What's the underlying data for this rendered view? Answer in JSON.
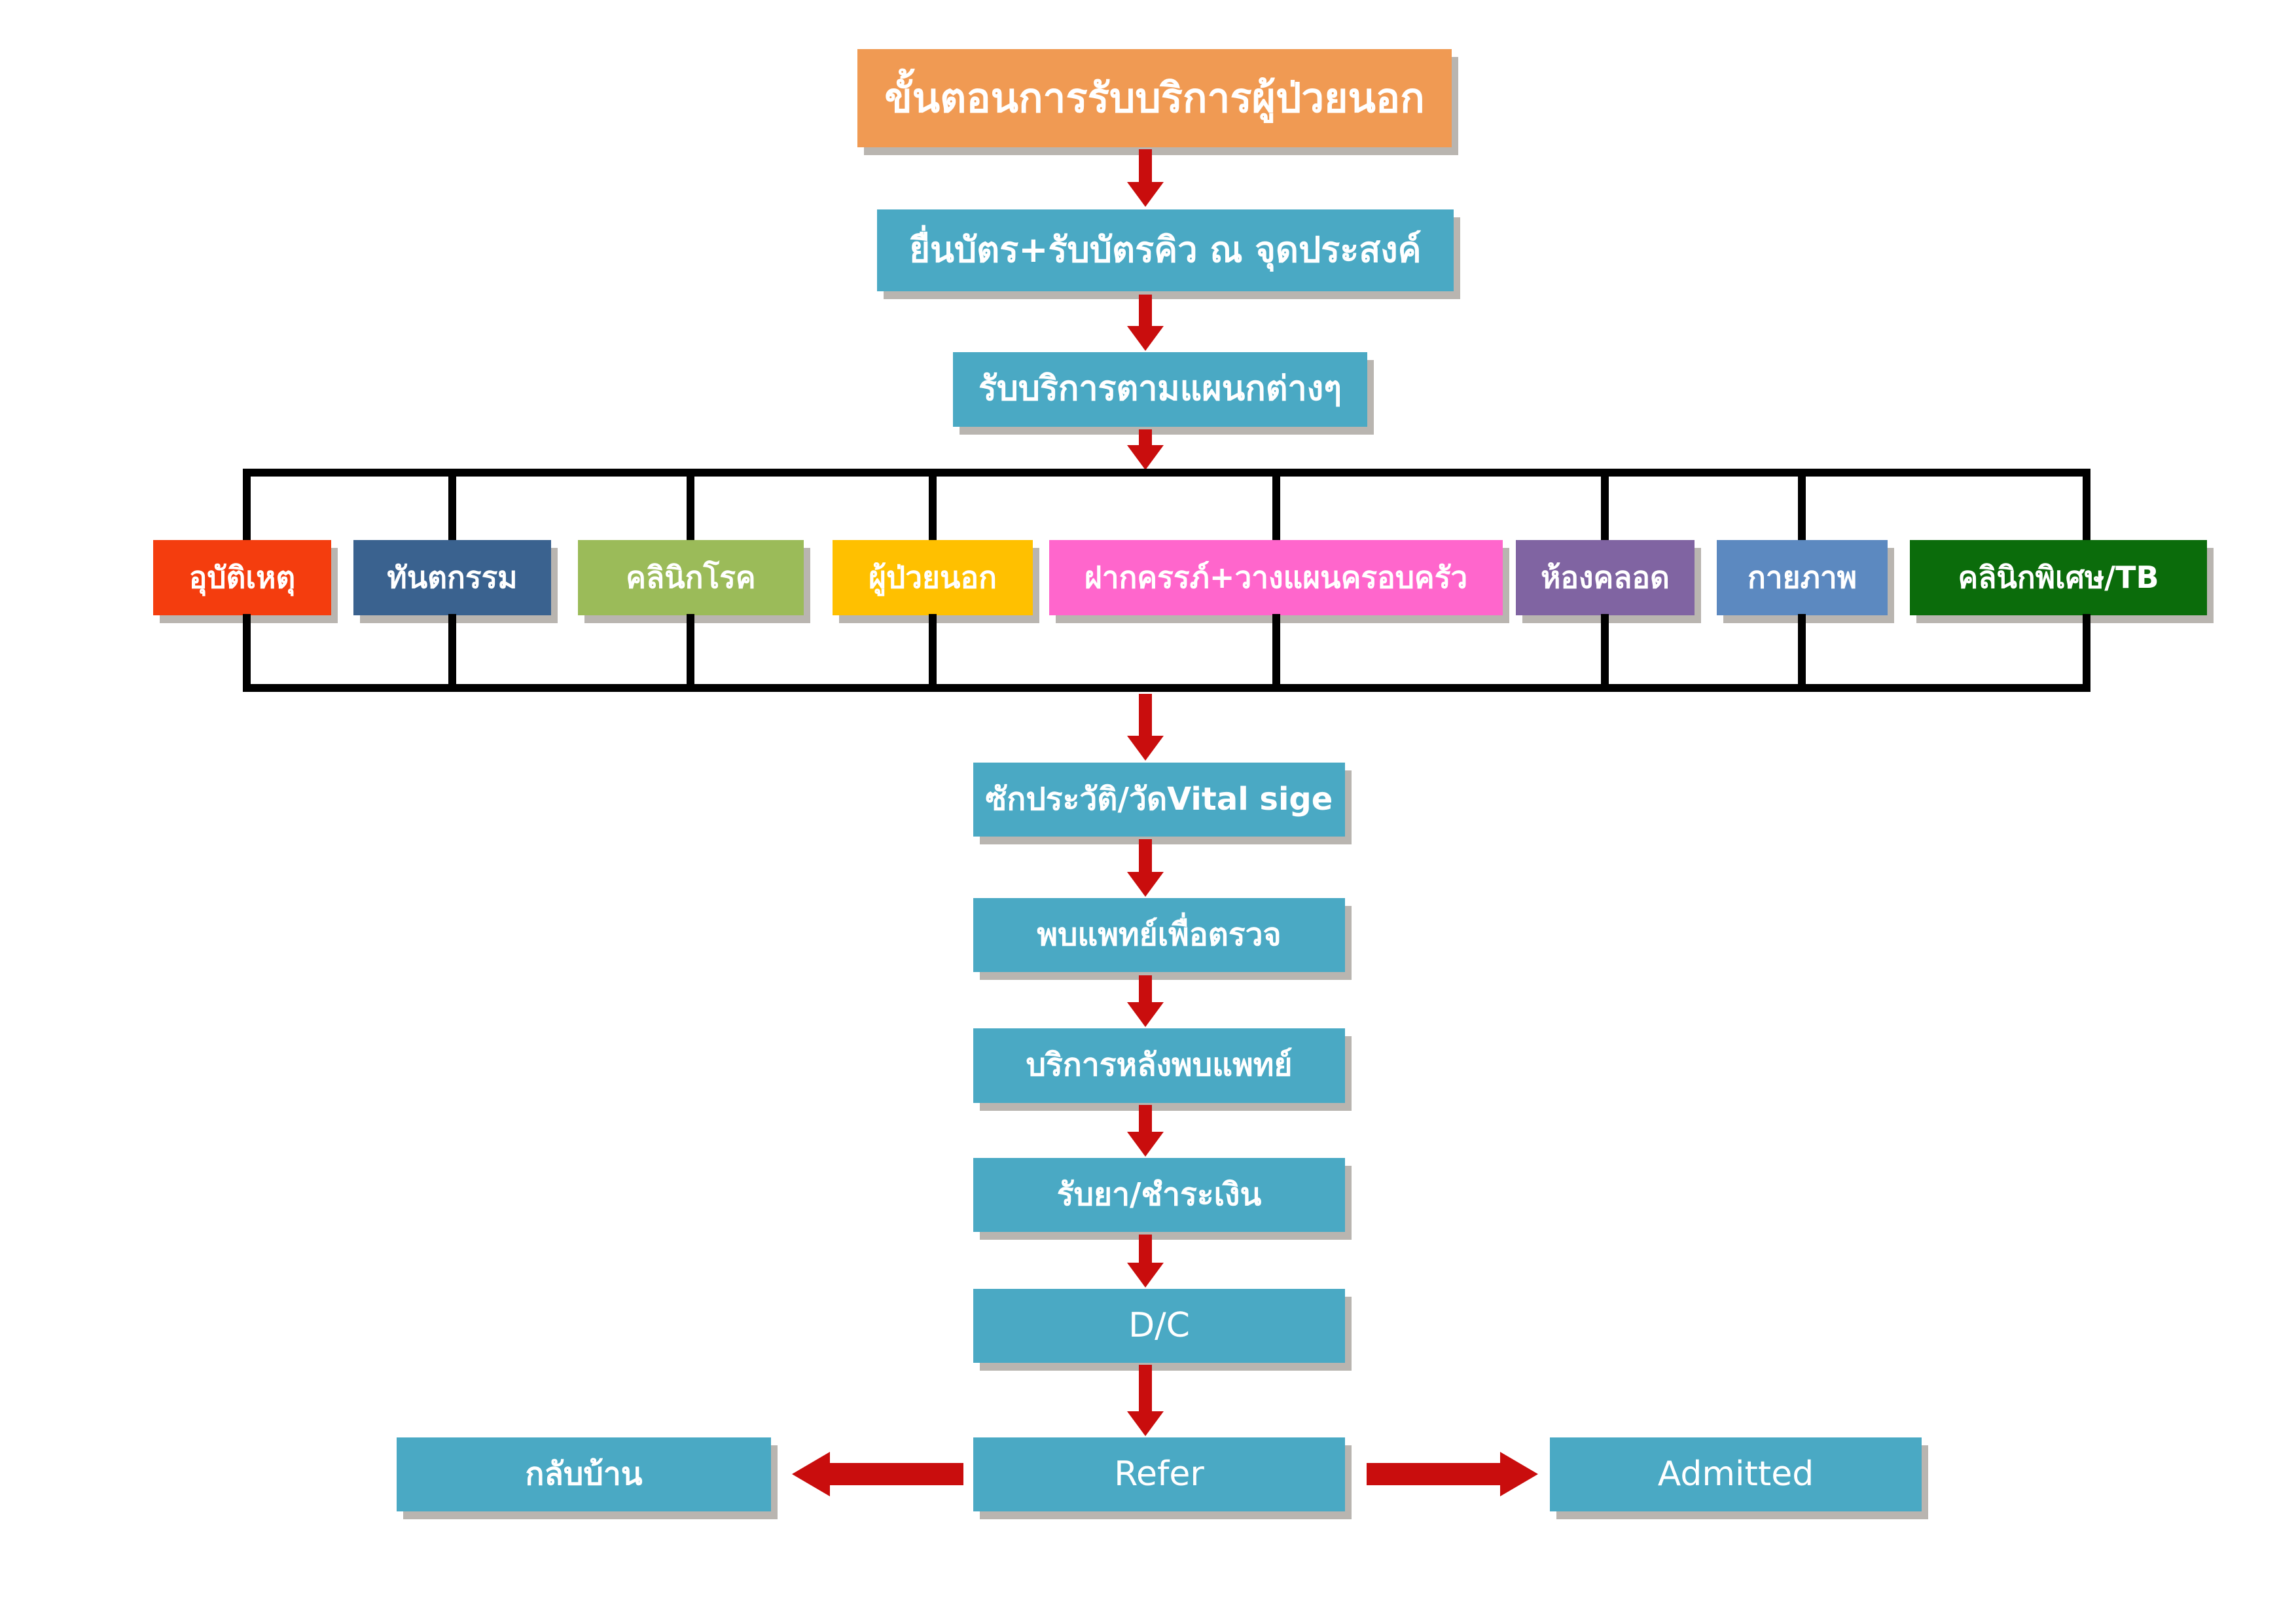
{
  "colors": {
    "background": "#FFFFFF",
    "step_fill": "#4AA9C4",
    "title_fill": "#F09A53",
    "arrow": "#C90D0D",
    "connector": "#000000",
    "text": "#FFFFFF",
    "shadow": "rgba(128,120,112,0.55)"
  },
  "title": {
    "label": "ขั้นตอนการรับบริการผู้ป่วยนอก"
  },
  "pre_steps": [
    {
      "label": "ยื่นบัตร+รับบัตรคิว ณ จุดประสงค์"
    },
    {
      "label": "รับบริการตามแผนกต่างๆ"
    }
  ],
  "departments": [
    {
      "label": "อุบัติเหตุ",
      "color": "#F43D0E"
    },
    {
      "label": "ทันตกรรม",
      "color": "#3A628F"
    },
    {
      "label": "คลินิกโรค",
      "color": "#9BBB59"
    },
    {
      "label": "ผู้ป่วยนอก",
      "color": "#FFC000"
    },
    {
      "label": "ฝากครรภ์+วางแผนครอบครัว",
      "color": "#FF66CC"
    },
    {
      "label": "ห้องคลอด",
      "color": "#8064A2"
    },
    {
      "label": "กายภาพ",
      "color": "#5C89C0"
    },
    {
      "label": "คลินิกพิเศษ/TB",
      "color": "#0B6C0B"
    }
  ],
  "post_steps": [
    {
      "label": "ซักประวัติ/วัดVital sige"
    },
    {
      "label": "พบแพทย์เพื่อตรวจ"
    },
    {
      "label": "บริการหลังพบแพทย์"
    },
    {
      "label": "รับยา/ชำระเงิน"
    },
    {
      "label": "D/C"
    },
    {
      "label": "Refer"
    }
  ],
  "outcomes": [
    {
      "label": "กลับบ้าน"
    },
    {
      "label": "Admitted"
    }
  ]
}
